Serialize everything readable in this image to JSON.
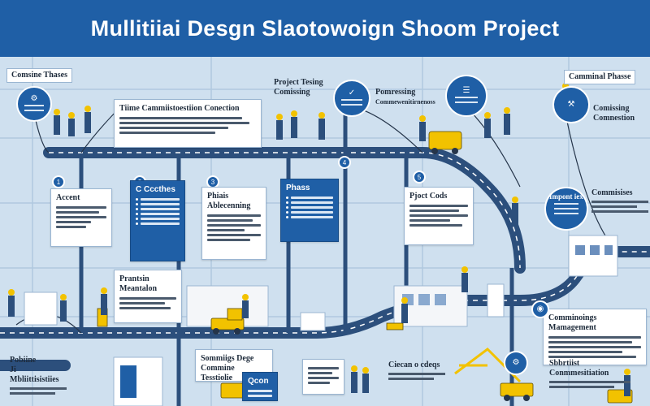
{
  "header": {
    "title": "Mullitiiai Desgn Slaotowoign Shoom Project"
  },
  "labels": {
    "combine_phases": "Comsine Thases",
    "project_testing": "Project Tesing",
    "commissing": "Comissing",
    "performing_commissioning": "Pomressing",
    "commissioning_sub": "Commewenitirnenoss",
    "commissional_phase": "Camminal Phasse",
    "time_commissioning": "Tiime Cammiistoestiion Conection",
    "accent": "Accent",
    "c_checks": "C Cccthes",
    "phases": "Phiais",
    "absencing": "Ablecenning",
    "phases2": "Phass",
    "project_cons": "Pjoct Cods",
    "commissing_commission": "Comissing Comnestion",
    "important": "Impont iex",
    "commissions": "Commisises",
    "premium": "Prantsin",
    "maintain": "Meantalon",
    "commissions_management": "Comminoings Mamagement",
    "subtitle_commission": "Sbbrtiist Conmmesitiation",
    "problems": "Pobiine",
    "multilines": "Ji Mbliittisistiies",
    "scheduled": "Sommiigs Dege",
    "commissioning_test": "Commine Tesstiolie",
    "clean_checks": "Ciecan o cdeqs",
    "qa": "Qcon"
  },
  "icons": [
    "worker-icon",
    "gear-icon",
    "check-icon",
    "building-icon",
    "forklift-icon",
    "crane-icon"
  ],
  "colors": {
    "primary": "#1f5fa6",
    "background": "#cfe0ef",
    "road": "#2c4f7c",
    "accent": "#f2c200"
  }
}
